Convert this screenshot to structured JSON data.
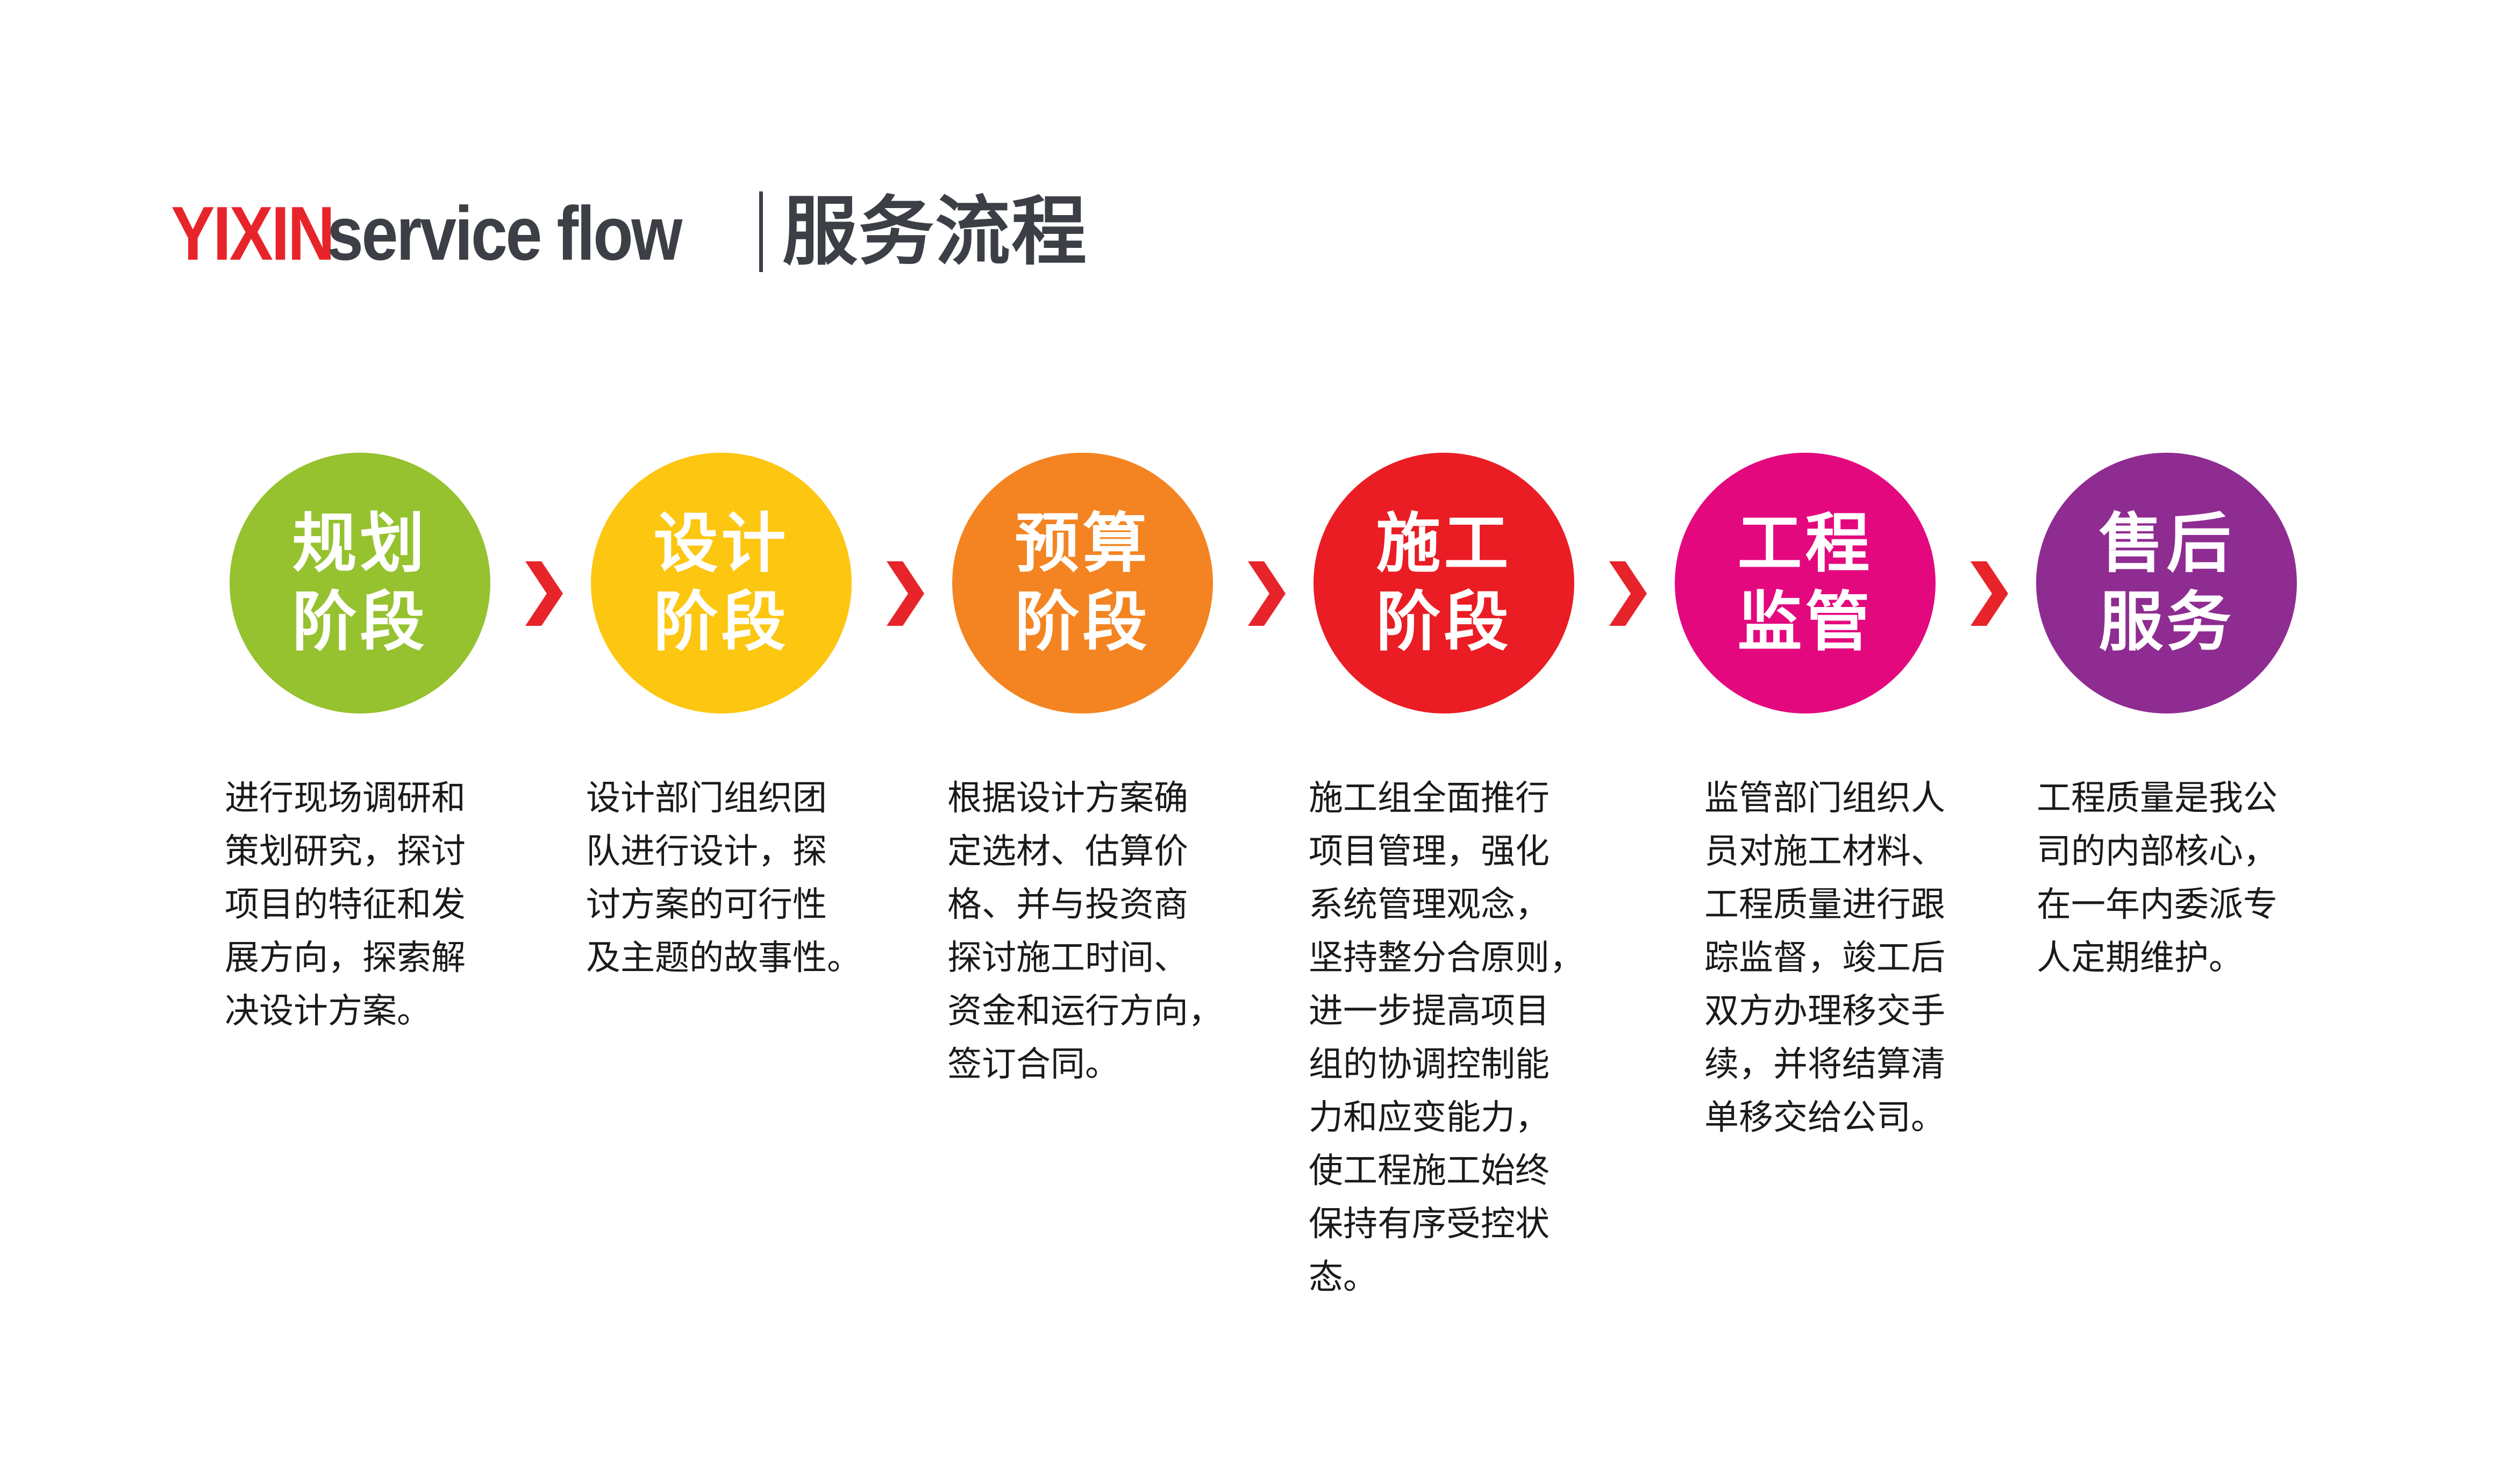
{
  "header": {
    "brand": "YIXIN",
    "subtitle": "service flow",
    "title_cn": "服务流程"
  },
  "colors": {
    "brand_red": "#e8242b",
    "heading_gray": "#3c3f45",
    "arrow_red": "#e8242b"
  },
  "steps": [
    {
      "label": "规划\n阶段",
      "color": "#95c22e",
      "description": "进行现场调研和\n策划研究，探讨\n项目的特征和发\n展方向，探索解\n决设计方案。"
    },
    {
      "label": "设计\n阶段",
      "color": "#fcc611",
      "description": "设计部门组织团\n队进行设计，探\n讨方案的可行性\n及主题的故事性。"
    },
    {
      "label": "预算\n阶段",
      "color": "#f38421",
      "description": "根据设计方案确\n定选材、估算价\n格、并与投资商\n探讨施工时间、\n资金和运行方向，\n签订合同。"
    },
    {
      "label": "施工\n阶段",
      "color": "#ea1d24",
      "description": "施工组全面推行\n项目管理，强化\n系统管理观念，\n坚持整分合原则，\n进一步提高项目\n组的协调控制能\n力和应变能力，\n使工程施工始终\n保持有序受控状\n态。"
    },
    {
      "label": "工程\n监管",
      "color": "#e4087f",
      "description": "监管部门组织人\n员对施工材料、\n工程质量进行跟\n踪监督，竣工后\n双方办理移交手\n续，并将结算清\n单移交给公司。"
    },
    {
      "label": "售后\n服务",
      "color": "#8f2c91",
      "description": "工程质量是我公\n司的内部核心，\n在一年内委派专\n人定期维护。"
    }
  ]
}
